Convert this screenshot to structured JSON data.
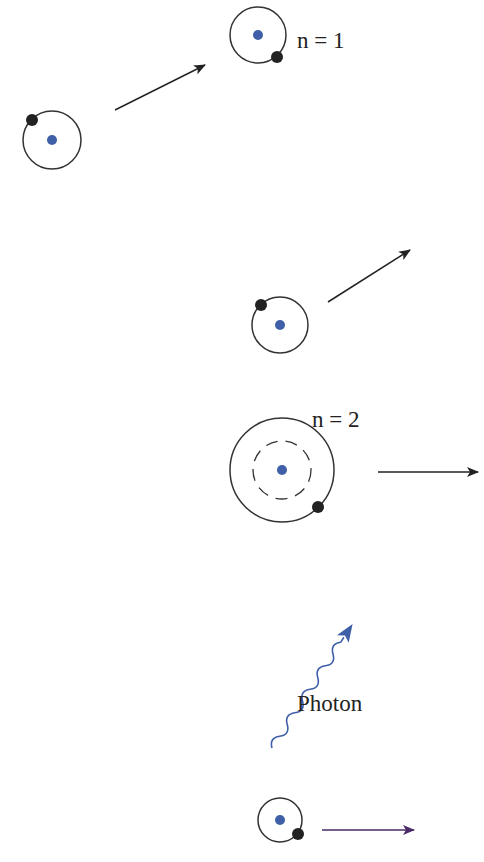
{
  "diagram": {
    "labels": [
      "n = 1",
      "n = 2",
      "Photon"
    ]
  }
}
